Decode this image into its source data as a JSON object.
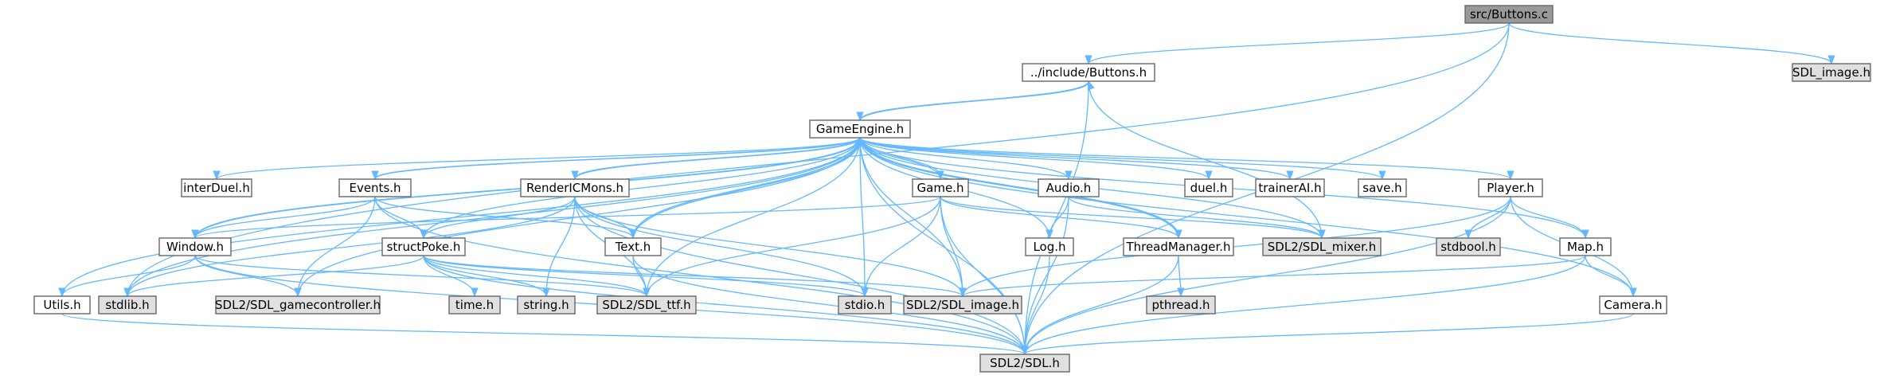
{
  "colors": {
    "edge": "#63b8ff",
    "root_fill": "#999999",
    "header_fill": "#ffffff",
    "system_fill": "#e0e0e0",
    "border": "#666666"
  },
  "diagram": {
    "nodes": [
      {
        "id": "buttons_c",
        "label": "src/Buttons.c",
        "kind": "root"
      },
      {
        "id": "buttons_h",
        "label": "../include/Buttons.h",
        "kind": "header"
      },
      {
        "id": "sdl_image_top",
        "label": "SDL_image.h",
        "kind": "system"
      },
      {
        "id": "gameengine_h",
        "label": "GameEngine.h",
        "kind": "header"
      },
      {
        "id": "interduel_h",
        "label": "interDuel.h",
        "kind": "header"
      },
      {
        "id": "events_h",
        "label": "Events.h",
        "kind": "header"
      },
      {
        "id": "rendericmons_h",
        "label": "RenderICMons.h",
        "kind": "header"
      },
      {
        "id": "game_h",
        "label": "Game.h",
        "kind": "header"
      },
      {
        "id": "audio_h",
        "label": "Audio.h",
        "kind": "header"
      },
      {
        "id": "duel_h",
        "label": "duel.h",
        "kind": "header"
      },
      {
        "id": "trainerai_h",
        "label": "trainerAI.h",
        "kind": "header"
      },
      {
        "id": "save_h",
        "label": "save.h",
        "kind": "header"
      },
      {
        "id": "player_h",
        "label": "Player.h",
        "kind": "header"
      },
      {
        "id": "window_h",
        "label": "Window.h",
        "kind": "header"
      },
      {
        "id": "structpoke_h",
        "label": "structPoke.h",
        "kind": "header"
      },
      {
        "id": "text_h",
        "label": "Text.h",
        "kind": "header"
      },
      {
        "id": "log_h",
        "label": "Log.h",
        "kind": "header"
      },
      {
        "id": "threadmanager_h",
        "label": "ThreadManager.h",
        "kind": "header"
      },
      {
        "id": "sdl_mixer",
        "label": "SDL2/SDL_mixer.h",
        "kind": "system"
      },
      {
        "id": "stdbool_h",
        "label": "stdbool.h",
        "kind": "system"
      },
      {
        "id": "map_h",
        "label": "Map.h",
        "kind": "header"
      },
      {
        "id": "utils_h",
        "label": "Utils.h",
        "kind": "header"
      },
      {
        "id": "stdlib_h",
        "label": "stdlib.h",
        "kind": "system"
      },
      {
        "id": "sdl_gamecontroller",
        "label": "SDL2/SDL_gamecontroller.h",
        "kind": "system"
      },
      {
        "id": "time_h",
        "label": "time.h",
        "kind": "system"
      },
      {
        "id": "string_h",
        "label": "string.h",
        "kind": "system"
      },
      {
        "id": "sdl_ttf",
        "label": "SDL2/SDL_ttf.h",
        "kind": "system"
      },
      {
        "id": "stdio_h",
        "label": "stdio.h",
        "kind": "system"
      },
      {
        "id": "sdl2_image",
        "label": "SDL2/SDL_image.h",
        "kind": "system"
      },
      {
        "id": "pthread_h",
        "label": "pthread.h",
        "kind": "system"
      },
      {
        "id": "camera_h",
        "label": "Camera.h",
        "kind": "header"
      },
      {
        "id": "sdl_h",
        "label": "SDL2/SDL.h",
        "kind": "system"
      }
    ],
    "edges": [
      [
        "buttons_c",
        "buttons_h"
      ],
      [
        "buttons_c",
        "sdl_image_top"
      ],
      [
        "buttons_c",
        "stdlib_h"
      ],
      [
        "buttons_c",
        "sdl_h"
      ],
      [
        "buttons_h",
        "gameengine_h"
      ],
      [
        "buttons_h",
        "sdl_mixer"
      ],
      [
        "buttons_h",
        "sdl_h"
      ],
      [
        "gameengine_h",
        "buttons_h"
      ],
      [
        "gameengine_h",
        "interduel_h"
      ],
      [
        "gameengine_h",
        "events_h"
      ],
      [
        "gameengine_h",
        "rendericmons_h"
      ],
      [
        "gameengine_h",
        "game_h"
      ],
      [
        "gameengine_h",
        "audio_h"
      ],
      [
        "gameengine_h",
        "duel_h"
      ],
      [
        "gameengine_h",
        "trainerai_h"
      ],
      [
        "gameengine_h",
        "save_h"
      ],
      [
        "gameengine_h",
        "player_h"
      ],
      [
        "gameengine_h",
        "window_h"
      ],
      [
        "gameengine_h",
        "structpoke_h"
      ],
      [
        "gameengine_h",
        "text_h"
      ],
      [
        "gameengine_h",
        "log_h"
      ],
      [
        "gameengine_h",
        "threadmanager_h"
      ],
      [
        "gameengine_h",
        "sdl_mixer"
      ],
      [
        "gameengine_h",
        "map_h"
      ],
      [
        "gameengine_h",
        "utils_h"
      ],
      [
        "gameengine_h",
        "stdlib_h"
      ],
      [
        "gameengine_h",
        "sdl_gamecontroller"
      ],
      [
        "gameengine_h",
        "sdl_ttf"
      ],
      [
        "gameengine_h",
        "stdio_h"
      ],
      [
        "gameengine_h",
        "sdl2_image"
      ],
      [
        "gameengine_h",
        "camera_h"
      ],
      [
        "gameengine_h",
        "sdl_h"
      ],
      [
        "events_h",
        "gameengine_h"
      ],
      [
        "events_h",
        "window_h"
      ],
      [
        "events_h",
        "structpoke_h"
      ],
      [
        "events_h",
        "text_h"
      ],
      [
        "events_h",
        "sdl_gamecontroller"
      ],
      [
        "events_h",
        "sdl_h"
      ],
      [
        "rendericmons_h",
        "gameengine_h"
      ],
      [
        "rendericmons_h",
        "structpoke_h"
      ],
      [
        "rendericmons_h",
        "text_h"
      ],
      [
        "rendericmons_h",
        "stdlib_h"
      ],
      [
        "rendericmons_h",
        "string_h"
      ],
      [
        "rendericmons_h",
        "sdl_ttf"
      ],
      [
        "rendericmons_h",
        "stdio_h"
      ],
      [
        "rendericmons_h",
        "sdl2_image"
      ],
      [
        "rendericmons_h",
        "sdl_h"
      ],
      [
        "game_h",
        "gameengine_h"
      ],
      [
        "game_h",
        "window_h"
      ],
      [
        "game_h",
        "threadmanager_h"
      ],
      [
        "game_h",
        "sdl_mixer"
      ],
      [
        "game_h",
        "sdl_ttf"
      ],
      [
        "game_h",
        "stdio_h"
      ],
      [
        "game_h",
        "sdl2_image"
      ],
      [
        "game_h",
        "sdl_h"
      ],
      [
        "audio_h",
        "log_h"
      ],
      [
        "audio_h",
        "sdl_mixer"
      ],
      [
        "audio_h",
        "sdl_h"
      ],
      [
        "player_h",
        "map_h"
      ],
      [
        "player_h",
        "stdbool_h"
      ],
      [
        "player_h",
        "sdl2_image"
      ],
      [
        "player_h",
        "camera_h"
      ],
      [
        "player_h",
        "sdl_h"
      ],
      [
        "window_h",
        "gameengine_h"
      ],
      [
        "window_h",
        "utils_h"
      ],
      [
        "window_h",
        "sdl_gamecontroller"
      ],
      [
        "window_h",
        "sdl_ttf"
      ],
      [
        "window_h",
        "sdl_h"
      ],
      [
        "structpoke_h",
        "stdlib_h"
      ],
      [
        "structpoke_h",
        "time_h"
      ],
      [
        "structpoke_h",
        "string_h"
      ],
      [
        "structpoke_h",
        "sdl_ttf"
      ],
      [
        "structpoke_h",
        "stdio_h"
      ],
      [
        "structpoke_h",
        "sdl2_image"
      ],
      [
        "structpoke_h",
        "sdl_h"
      ],
      [
        "text_h",
        "gameengine_h"
      ],
      [
        "text_h",
        "sdl_ttf"
      ],
      [
        "text_h",
        "sdl_h"
      ],
      [
        "log_h",
        "sdl_h"
      ],
      [
        "threadmanager_h",
        "gameengine_h"
      ],
      [
        "threadmanager_h",
        "pthread_h"
      ],
      [
        "threadmanager_h",
        "sdl_h"
      ],
      [
        "map_h",
        "sdl2_image"
      ],
      [
        "map_h",
        "camera_h"
      ],
      [
        "map_h",
        "sdl_h"
      ],
      [
        "utils_h",
        "sdl_h"
      ],
      [
        "camera_h",
        "sdl_h"
      ]
    ]
  }
}
